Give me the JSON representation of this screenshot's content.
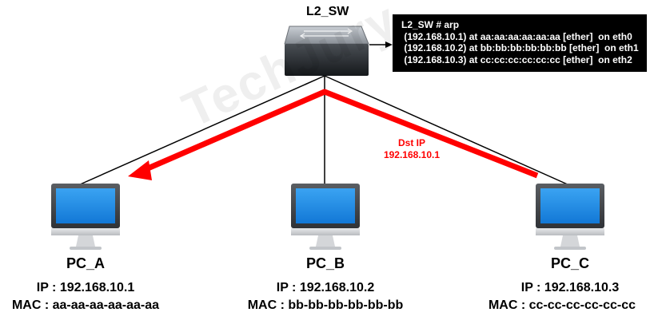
{
  "switch": {
    "name": "L2_SW"
  },
  "arp_table": {
    "prompt": "L2_SW # arp",
    "entries": [
      " (192.168.10.1) at aa:aa:aa:aa:aa:aa [ether]  on eth0",
      " (192.168.10.2) at bb:bb:bb:bb:bb:bb [ether]  on eth1",
      " (192.168.10.3) at cc:cc:cc:cc:cc:cc [ether]  on eth2"
    ]
  },
  "packet": {
    "label": "Dst IP",
    "ip": "192.168.10.1",
    "color": "#ff0000"
  },
  "hosts": [
    {
      "name": "PC_A",
      "ip": "IP : 192.168.10.1",
      "mac": "MAC : aa-aa-aa-aa-aa-aa"
    },
    {
      "name": "PC_B",
      "ip": "IP : 192.168.10.2",
      "mac": "MAC : bb-bb-bb-bb-bb-bb"
    },
    {
      "name": "PC_C",
      "ip": "IP : 192.168.10.3",
      "mac": "MAC : cc-cc-cc-cc-cc-cc"
    }
  ],
  "watermark": "TechJury",
  "colors": {
    "monitor_screen": "#1f8fe8",
    "switch_body": "#3a3f45",
    "arrow": "#ff0000"
  }
}
